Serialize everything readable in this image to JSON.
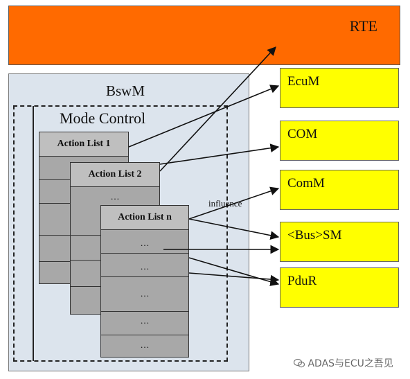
{
  "rte": {
    "label": "RTE"
  },
  "bswm": {
    "label": "BswM"
  },
  "mode_control": {
    "label": "Mode Control"
  },
  "action_lists": [
    {
      "title": "Action List 1"
    },
    {
      "title": "Action List 2",
      "dots": "…"
    },
    {
      "title": "Action List n",
      "rows": [
        "…",
        "…",
        "…",
        "…",
        "…"
      ]
    }
  ],
  "modules": [
    {
      "name": "EcuM"
    },
    {
      "name": "COM"
    },
    {
      "name": "ComM"
    },
    {
      "name": "<Bus>SM"
    },
    {
      "name": "PduR"
    }
  ],
  "influence_label": "influence",
  "watermark": {
    "text": "ADAS与ECU之吾见",
    "icon": "wechat-icon"
  },
  "colors": {
    "rte": "#ff6a00",
    "bswm": "#dce4ed",
    "module": "#ffff00",
    "list": "#a8a8a8"
  }
}
